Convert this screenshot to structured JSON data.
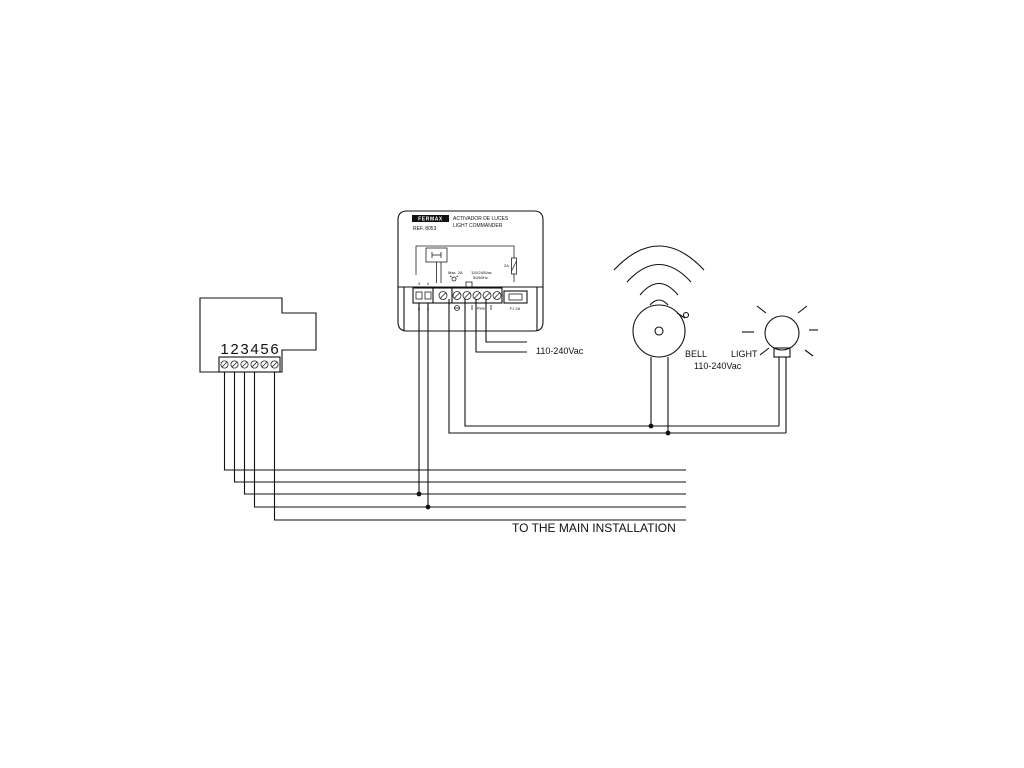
{
  "module": {
    "brand": "FERMAX",
    "title_es": "ACTIVADOR DE LUCES",
    "title_en": "LIGHT COMMANDER",
    "ref": "REF. 8053",
    "relay_spec": "Max. 2A",
    "supply_spec_1": "110/240Vac",
    "supply_spec_2": "50/60Hz",
    "fuse_rating": "2A",
    "fuse_label": "F1 2A",
    "terminal_3": "3",
    "terminal_4": "4",
    "relay_label": "Rele"
  },
  "panel": {
    "terminals": [
      "1",
      "2",
      "3",
      "4",
      "5",
      "6"
    ]
  },
  "labels": {
    "supply_module": "110-240Vac",
    "bell": "BELL",
    "light": "LIGHT",
    "supply_loads": "110-240Vac",
    "main_installation": "TO THE MAIN INSTALLATION"
  }
}
